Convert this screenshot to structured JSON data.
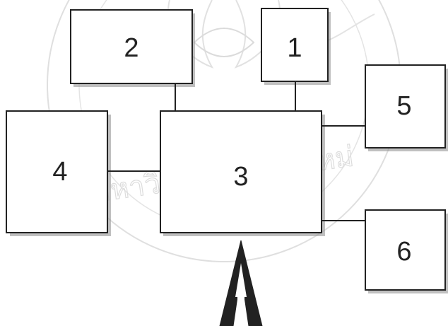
{
  "diagram": {
    "boxes": [
      {
        "id": "box-2",
        "label": "2"
      },
      {
        "id": "box-1",
        "label": "1"
      },
      {
        "id": "box-5",
        "label": "5"
      },
      {
        "id": "box-4",
        "label": "4"
      },
      {
        "id": "box-3",
        "label": "3"
      },
      {
        "id": "box-6",
        "label": "6"
      }
    ],
    "connections": [
      {
        "from": "box-2",
        "to": "box-3"
      },
      {
        "from": "box-1",
        "to": "box-3"
      },
      {
        "from": "box-4",
        "to": "box-3"
      },
      {
        "from": "box-5",
        "to": "box-3"
      },
      {
        "from": "box-6",
        "to": "box-3"
      }
    ],
    "input_arrow": {
      "target": "box-3",
      "direction": "up"
    }
  },
  "watermark": {
    "text": "มหาวิทยาลัยเชียงใหม่",
    "icon": "university-seal-watermark",
    "color": "#d9d9d9"
  }
}
